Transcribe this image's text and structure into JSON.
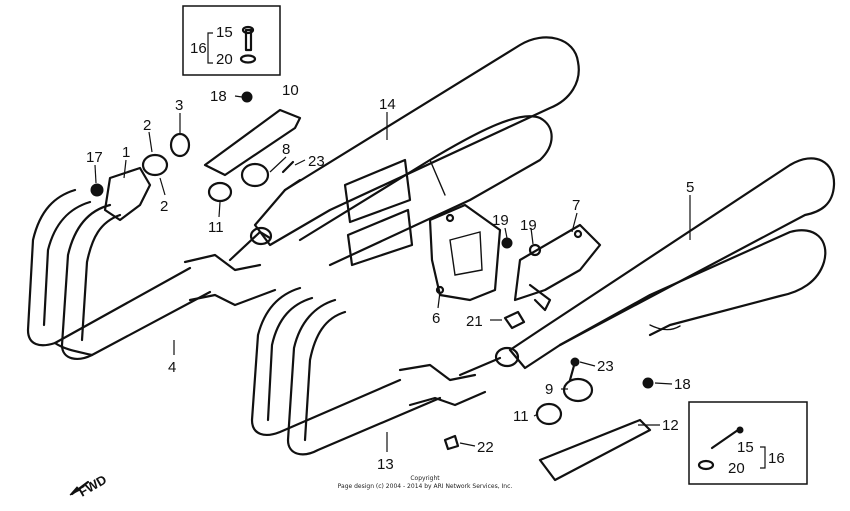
{
  "diagram": {
    "callouts": {
      "c1": "1",
      "c2a": "2",
      "c2b": "2",
      "c3": "3",
      "c4": "4",
      "c5": "5",
      "c6": "6",
      "c7": "7",
      "c8": "8",
      "c9": "9",
      "c10": "10",
      "c11a": "11",
      "c11b": "11",
      "c12": "12",
      "c13": "13",
      "c14": "14",
      "c15a": "15",
      "c15b": "15",
      "c16a": "16",
      "c16b": "16",
      "c17": "17",
      "c18a": "18",
      "c18b": "18",
      "c19a": "19",
      "c19b": "19",
      "c20a": "20",
      "c20b": "20",
      "c21": "21",
      "c22": "22",
      "c23a": "23",
      "c23b": "23"
    },
    "direction_label": "FWD",
    "footer_line1": "Copyright",
    "footer_line2": "Page design (c) 2004 - 2014 by ARI Network Services, Inc."
  }
}
